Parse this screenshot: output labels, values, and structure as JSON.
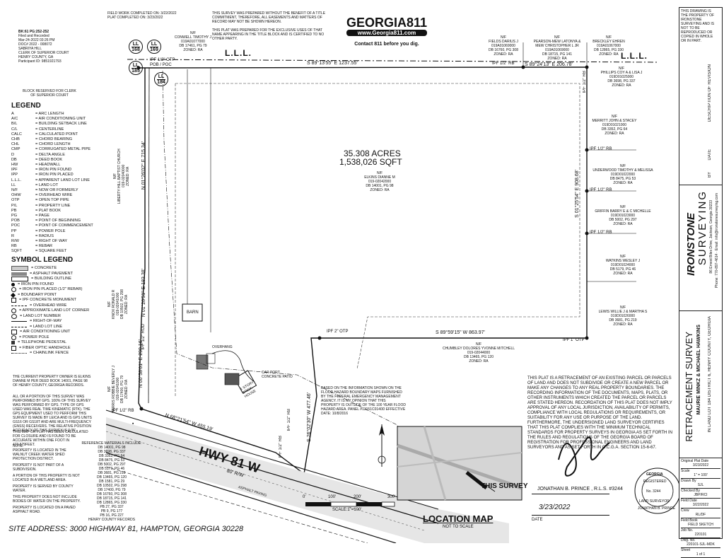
{
  "recording": {
    "lines": [
      "BK:61 PG:252-252",
      "Filed and Recorded",
      "Mar-24-2022 03:26 PM",
      "DOC# 2022 - 008072",
      "SABRIYA HILL",
      "CLERK OF SUPERIOR COURT",
      "HENRY COUNTY, GA",
      "Participant ID: 9851921793"
    ],
    "block_label": "BLOCK RESERVED FOR CLERK OF SUPERIOR COURT"
  },
  "fieldwork": {
    "field": "FIELD WORK COMPLETED ON:   3/22/2022",
    "plat": "PLAT COMPLETED ON: 3/23/2022"
  },
  "notice": "THIS SURVEY WAS PREPARED WITHOUT THE BENEFIT OF A TITLE COMMITMENT, THEREFORE, ALL EASEMENTS AND MATTERS OF RECORD MAY NOT BE SHOWN HEREON.",
  "notice2": "THIS PLAT WAS PREPARED FOR THE EXCLUSIVE USES OF THAT NAME APPEARING IN THE TITLE BLOCK AND IS CERTIFIED TO NO OTHER PARTY.",
  "georgia811": {
    "title": "GEORGIA811",
    "url": "www.Georgia811.com",
    "contact": "Contact 811 before you dig."
  },
  "land_lots": [
    {
      "top": "LL",
      "bottom": "168"
    },
    {
      "top": "LL",
      "bottom": "169"
    },
    {
      "top": "LL",
      "bottom": "185"
    },
    {
      "top": "LL",
      "bottom": "184"
    }
  ],
  "lll": "L.L.L.",
  "acreage": {
    "acres": "35.308 ACRES",
    "sqft": "1,538,026 SQFT"
  },
  "subject_owner": "N/F\nELKINS DIANNE M\n019-02042000\nDB 14001, PG 98\nZONED: RA",
  "owners": [
    "N/F\nCONWELL TIMOTHY J\n019A01077000\nDB 17461, PG 79\nZONED: RA",
    "N/F\nFIELDS DARIUS J\n019A01069000\nDB 16760, PG 308\nZONED: RA",
    "N/F\nPEARSON-MEW LATONYA &\nMEW CHRISTOPHER L JR\n019A01069000\nDB 18715, PG 141\nZONED: RA",
    "N/F\nBRECKLEY EHREN\n019A01067000\nDB 12865, PG 330\nZONED: RA",
    "N/F\nPHILLIPS COY A & LISA J\n019D01025000\nDB 3698, PG 337\nZONED: RA",
    "N/F\nMERRITT JOHN & STACEY\n019D01021000\nDB 3352, PG 64\nZONED: RA",
    "N/F\nUNDERWOOD TIMOTHY & MELISSA\n019D01022000\nDB 8475, PG 53\nZONED: RA",
    "N/F\nGRIFFIN BARRY E & C MICHELLE\n019D01023000\nDB 5002, PG 297\nZONED: RA",
    "N/F\nWATKINS WESLEY J\n019D01024000\nDB 5179, PG 46\nZONED: RA",
    "N/F\nLEWIS WILLIE J & MARTHA S\n019D01026000\nDB 3681, PG 219\nZONED: RA",
    "N/F\nCHUMBLEY DOLORES YVONNE MITCHELL\n019-02044000\nDB 13465, PG 120\nZONED: RA",
    "N/F\nLIBERTY HILL BAPTIST CHURCH\n019-02040000\nZONED: RA",
    "N/F\nKNOX RONALD R\n019-02041000\nDB 10502, PG 298\nZONED: RA",
    "N/F\nHARRIS ROBBIE BEVERLY J\n019-02041000\nDB 17400, PG 79\nZONED: RA"
  ],
  "bearings": {
    "north": "S 89°13'55\" E 1237.55'",
    "ne": "S 89°24'13\" E 206.78'",
    "east": "S 01°25'54\" E 908.68'",
    "south": "S 89°59'15\" W 863.97'",
    "west1": "N 01°26'02\" E 715.34'",
    "west2": "N 01°28'51\" E 183.38'",
    "west3": "N 00°58'01\" E 290.16'",
    "hwy": "N 68°21'54\" W 455.19'",
    "se_leg": "S 26°02'30\" W 477.46'"
  },
  "pins": {
    "pob": "IPF 1/2\" OTP\nPOB / POC",
    "rb1": "IPF 1/2\" RB",
    "rb2": "IPF 1/2\" RB",
    "rb3": "IPF 1/2\" RB",
    "rb4": "IPF 1/2\" RB",
    "rb5": "IPF 1/2\" RB",
    "otp1": "IPF 1\" OTP",
    "otp2": "IPF 2\" OTP",
    "rod": "IPF 1/2\" ROD",
    "rb6": "IPF 1/2\" RB",
    "rb7": "IPF 1/2\" RB",
    "rb8": "IPF 1/2\" RB"
  },
  "buildings": {
    "barn": "BARN",
    "carport": "CAR PORT\nCONCRETE PATIO",
    "overhang": "OVERHANG",
    "house": "1 STORY\nBRICK\nHOUSE"
  },
  "highway": {
    "name": "HWY 81 W",
    "rw": "80' R/W",
    "paving": "ASPHALT PAVING"
  },
  "site_address": "SITE ADDRESS: 3000 HIGHWAY 81, HAMPTON, GEORGIA 30228",
  "legend": {
    "title": "LEGEND",
    "items": [
      [
        "A",
        "= ARC LENGTH"
      ],
      [
        "A/C",
        "= AIR CONDITIONING UNIT"
      ],
      [
        "B/L",
        "= BUILDING SETBACK LINE"
      ],
      [
        "C/L",
        "= CENTERLINE"
      ],
      [
        "CALC",
        "= CALCULATED POINT"
      ],
      [
        "CHB",
        "= CHORD BEARING"
      ],
      [
        "CHL",
        "= CHORD LENGTH"
      ],
      [
        "CMP",
        "= CORRUGATED METAL PIPE"
      ],
      [
        "D",
        "= DELTA ANGLE"
      ],
      [
        "DB",
        "= DEED BOOK"
      ],
      [
        "HW",
        "= HEADWALL"
      ],
      [
        "IPF",
        "= IRON PIN FOUND"
      ],
      [
        "IPP",
        "= IRON PIN PLACED"
      ],
      [
        "L.L.L.",
        "= APPARENT LAND LOT LINE"
      ],
      [
        "LL",
        "= LAND LOT"
      ],
      [
        "N/F",
        "= NOW OR FORMERLY"
      ],
      [
        "OHW",
        "= OVERHEAD WIRE"
      ],
      [
        "OTP",
        "= OPEN TOP PIPE"
      ],
      [
        "P/L",
        "= PROPERTY LINE"
      ],
      [
        "PB",
        "= PLAT BOOK"
      ],
      [
        "PG",
        "= PAGE"
      ],
      [
        "POB",
        "= POINT OF BEGINNING"
      ],
      [
        "POC",
        "= POINT OF COMMENCEMENT"
      ],
      [
        "PP",
        "= POWER POLE"
      ],
      [
        "R",
        "= RADIUS"
      ],
      [
        "R/W",
        "= RIGHT OF WAY"
      ],
      [
        "RB",
        "= REBAR"
      ],
      [
        "SQFT",
        "= SQUARE FEET"
      ]
    ]
  },
  "symbols": {
    "title": "SYMBOL LEGEND",
    "items": [
      "= CONCRETE",
      "= ASPHALT PAVEMENT",
      "= BUILDING OUTLINE",
      "= IRON PIN FOUND",
      "= IRON PIN PLACED (1/2\" REBAR)",
      "= BOUNDARY POINT",
      "= IPF CONCRETE MONUMENT",
      "= OVERHEAD WIRE",
      "= APPROXIMATE LAND LOT CORNER",
      "= LAND LOT NUMBER",
      "= RIGHT-OF-WAY",
      "= LAND LOT LINE",
      "= AIR CONDITIONING UNIT",
      "= POWER POLE",
      "= TELEPHONE PEDESTAL",
      "= FIBER OPTIC HANDHOLE",
      "= CHAINLINK FENCE"
    ]
  },
  "owner_note": "THE CURRENT PROPERTY OWNER IS ELKINS DIANNE M PER DEED BOOK 14001, PAGE 98 OF HENRY COUNTY, GEORGIA RECORDS.",
  "gps_note": "ALL OR A PORTION OF THIS SURVEY WAS PERFORMED BY GPS. 100% OF THIS SURVEY WAS PERFORMED BY GPS. TYPE OF GPS USED WAS REAL TIME KINEMATIC (RTK). THE GPS EQUIPMENT USED TO PERFORM THIS SURVEY IS MADE BY LEICA AND IS GPS UNITS GS16 OR GS18T AND ARE MULTI-FREQUENCY (GNSS) RECEIVERS. THE RELATIVE POSITION ACCURACY OF THIS SURVEY IS 0.05'.",
  "closure_note": "THIS MAP OR PLAT HAS BEEN CALCULATED FOR CLOSURE AND IS FOUND TO BE ACCURATE WITHIN ONE FOOT IN 473,579FEET.",
  "notes": [
    "NOTE:",
    "PROPERTY IS LOCATED IN THE WALNUT CREEK WATER SHED PROTECTION DISTRICT.",
    "PROPERTY IS NOT PART OF A SUBDIVISION.",
    "A PORTION OF THIS PROPERTY IS NOT LOCATED IN A WETLAND AREA.",
    "PROPERTY IS SERVED BY COUNTY WATER.",
    "THIS PROPERTY DOES NOT INCLUDE BODIES OF WATER ON THE PROPERTY.",
    "PROPERTY IS LOCATED ON A PAVED ASPHALT ROAD."
  ],
  "reference": {
    "title": "REFERENCE MATERIALS INCLUDE:",
    "items": [
      "DB 14001, PG 98",
      "DB 3698, PG 337",
      "DB 3352, PG 64",
      "DB 8475, PG 53",
      "DB 5002, PG 297",
      "DB 5179, PG 46",
      "DB 3681, PG 219",
      "DB 13465, PG 120",
      "DB 1581, PG 29",
      "DB 10502, PG 298",
      "DB 17400, PG 79",
      "DB 16760, PG 308",
      "DB 18715, PG 141",
      "DB 12865, PG 330",
      "PB 27, PG 337",
      "PB 9, PG 177",
      "PB 16, PG 227",
      "HENRY COUNTY RECORDS"
    ]
  },
  "flood_note": "BASED ON THE INFORMATION SHOWN ON THE FLOOD HAZARD BOUNDARY MAPS FURNISHED BY THE FEDERAL EMERGENCY MANAGEMENT AGENCY. IT IS MY OPINION THAT THIS PROPERTY IS OUTSIDE OF THE 100 YEAR FLOOD HAZARD AREA. PANEL #13151C0140D EFFECTIVE DATE: 10/8/2016",
  "certification": "THIS PLAT IS A RETRACEMENT OF AN EXISTING PARCEL OR PARCELS OF LAND AND DOES NOT SUBDIVIDE OR CREATE A NEW PARCEL OR MAKE ANY CHANGES TO ANY REAL PROPERTY BOUNDARIES. THE RECORDING INFORMATION OF THE DOCUMENTS, MAPS, PLATS, OR OTHER INSTRUMENTS WHICH CREATED THE PARCEL OR PARCELS ARE STATED HEREON. RECORDATION OF THIS PLAT DOES NOT IMPLY APPROVAL OF ANY LOCAL JURISDICTION, AVAILABILITY OF PERMITS, COMPLIANCE WITH LOCAL REGULATIONS OR REQUIREMENTS, OR SUITABILITY FOR ANY USE OR PURPOSE OF THE LAND. FURTHERMORE, THE UNDERSIGNED LAND SURVEYOR CERTIFIES THAT THIS PLAT COMPLIES WITH THE MINIMUM TECHNICAL STANDARDS FOR PROPERTY SURVEYS IN GEORGIA AS SET FORTH IN THE RULES AND REGULATIONS OF THE GEORGIA BOARD OF REGISTRATION FOR PROFESSIONAL ENGINEERS AND LAND SURVEYORS AND AS SET FORTH IN O.C.G.A. SECTION 15-6-67.",
  "surveyor": {
    "name": "JONATHAN B. PRINCE , R.L.S. #3244",
    "date": "3/23/2022",
    "date_label": "DATE"
  },
  "seal": {
    "top": "GEORGIA",
    "mid1": "REGISTERED",
    "num": "No. 3244",
    "bottom": "JONATHAN B. PRINCE",
    "side": "LAND SURVEYOR"
  },
  "location_map": {
    "label": "THIS SURVEY",
    "title": "LOCATION MAP",
    "sub": "NOT TO SCALE"
  },
  "scale": {
    "ticks": [
      "0'",
      "100'",
      "200'",
      "300'"
    ],
    "label": "SCALE:1\"=100'"
  },
  "title_block": {
    "main": "RETRACEMENT SURVEY",
    "for": "MAURIE MINKZ & MICHAEL HAWKINS",
    "location": "IN LAND LOT 184 DISTRICT 6, HENRY COUNTY, GEORGIA",
    "company1": "IRONSTONE",
    "company2": "SURVEYING",
    "addr": "86 Ernest Biles Drive, Jackson, Georgia 30233",
    "phone": "Phone: 770-897-4614 · Email: info@ironstonesurveying.com",
    "revision": "DESCRIPTION OF REVISION",
    "rev_date": "DATE",
    "rev_by": "BY",
    "copyright": "THIS DRAWING IS THE PROPERTY OF IRONSTONE SURVEYING AND IS NOT TO BE REPRODUCED OR COPIED IN WHOLE OR IN PART."
  },
  "info": [
    [
      "Original Plat Date",
      "3/23/2022"
    ],
    [
      "Scale",
      "1\" = 100'"
    ],
    [
      "Drawn By",
      "SJL"
    ],
    [
      "Checked By",
      "JBP/RCI"
    ],
    [
      "Field Date",
      "3/22/2022"
    ],
    [
      "Crew",
      "RL/DF"
    ],
    [
      "Field Book",
      "FIELD SKETCH"
    ],
    [
      "Job No.",
      "220101"
    ],
    [
      "Dwg. No.",
      "220101-SJL-MDK"
    ],
    [
      "Sheet",
      "1 of 1"
    ]
  ]
}
